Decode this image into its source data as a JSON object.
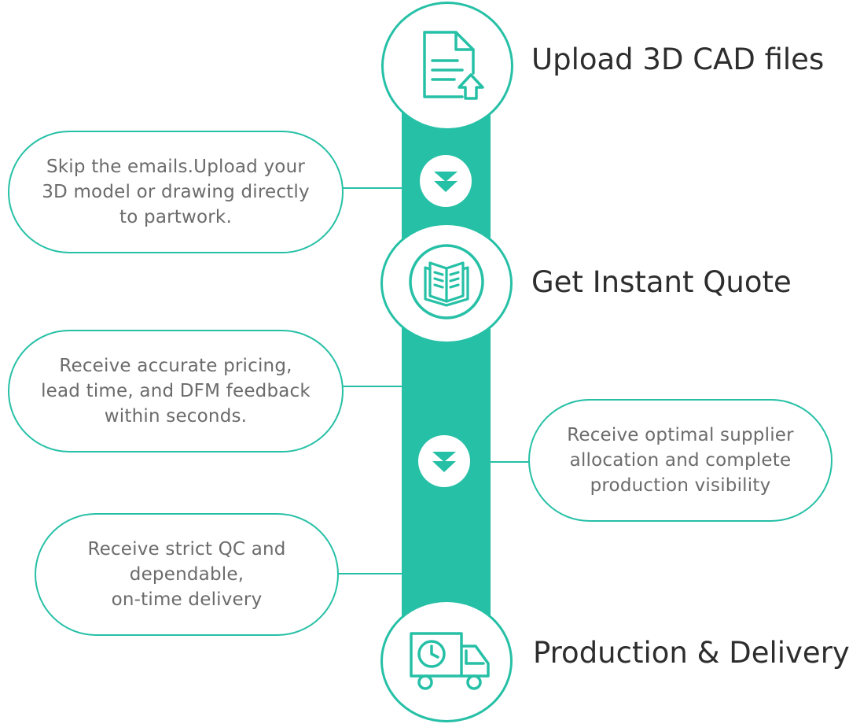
{
  "accent_color": "#26c0a6",
  "steps": [
    {
      "title": "Upload 3D CAD files",
      "icon": "document-upload-icon"
    },
    {
      "title": "Get Instant Quote",
      "icon": "open-book-icon"
    },
    {
      "title": "Production & Delivery",
      "icon": "delivery-truck-clock-icon"
    }
  ],
  "notes": [
    "Skip the emails.Upload your\n3D model or drawing directly\nto partwork.",
    "Receive accurate pricing,\nlead time, and DFM feedback\nwithin seconds.",
    "Receive optimal supplier\nallocation and complete\nproduction visibility",
    "Receive strict QC and\ndependable,\non-time delivery"
  ],
  "arrows": [
    "double-chevron-down-icon",
    "double-chevron-down-icon"
  ]
}
